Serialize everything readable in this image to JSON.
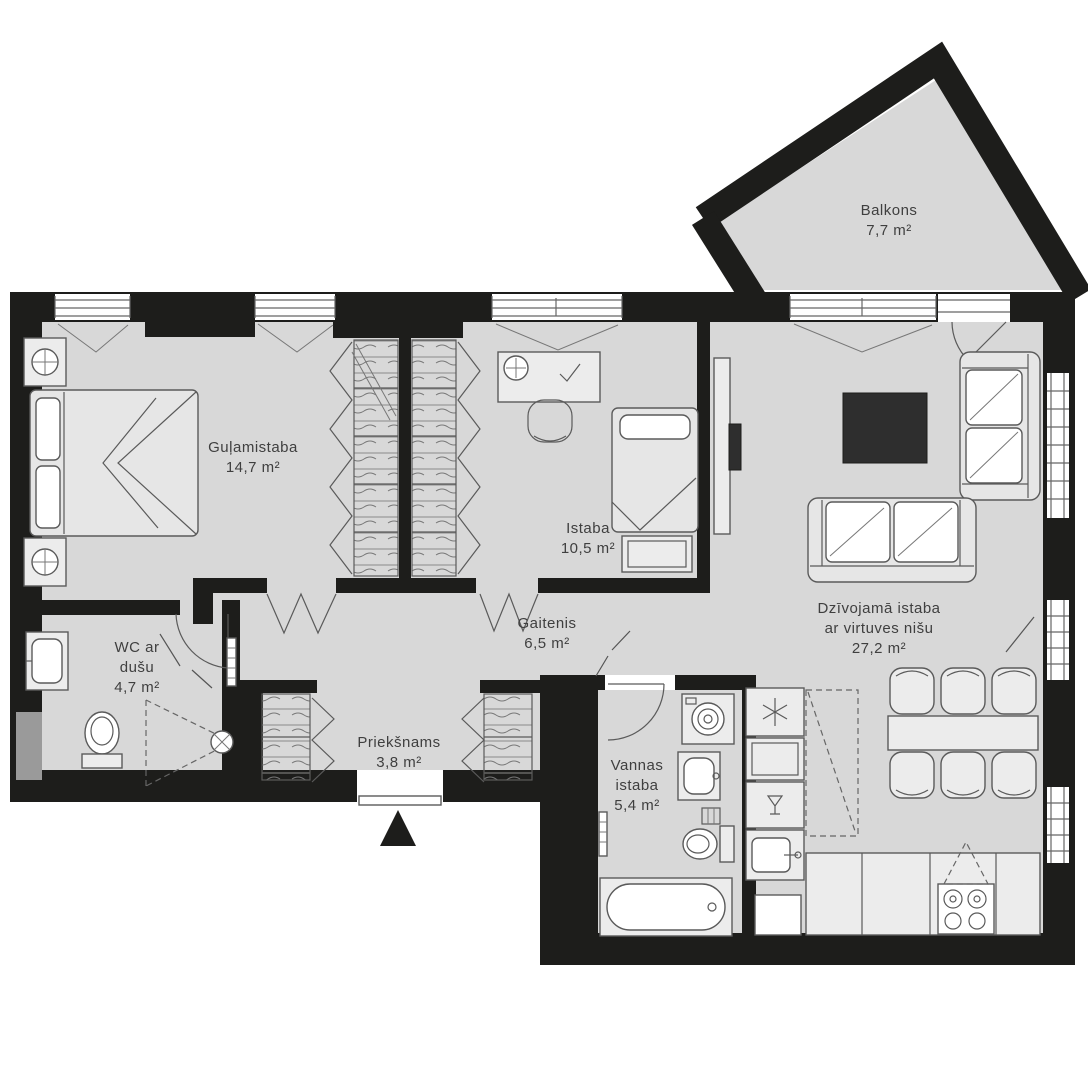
{
  "plan": {
    "type": "apartment-floor-plan",
    "colors": {
      "wall": "#1d1d1b",
      "floor": "#d8d8d8",
      "furniture_stroke": "#5a5a5a",
      "text": "#3f3f3f",
      "background": "#ffffff"
    },
    "rooms": {
      "balcony": {
        "name": "Balkons",
        "area": "7,7 m²"
      },
      "bedroom": {
        "name": "Guļamistaba",
        "area": "14,7 m²"
      },
      "room": {
        "name": "Istaba",
        "area": "10,5 m²"
      },
      "living": {
        "name_line1": "Dzīvojamā istaba",
        "name_line2": "ar virtuves nišu",
        "area": "27,2 m²"
      },
      "hallway": {
        "name": "Gaitenis",
        "area": "6,5 m²"
      },
      "wc": {
        "name_line1": "WC ar",
        "name_line2": "dušu",
        "area": "4,7 m²"
      },
      "entry": {
        "name": "Priekšnams",
        "area": "3,8 m²"
      },
      "bathroom": {
        "name_line1": "Vannas",
        "name_line2": "istaba",
        "area": "5,4 m²"
      }
    },
    "symbols": {
      "entrance_marker": "black triangle at main entrance door",
      "freezer_symbol": "snowflake (fridge/freezer unit)",
      "hob": "4 burner circles",
      "shower": "dashed spray cone with head"
    }
  }
}
